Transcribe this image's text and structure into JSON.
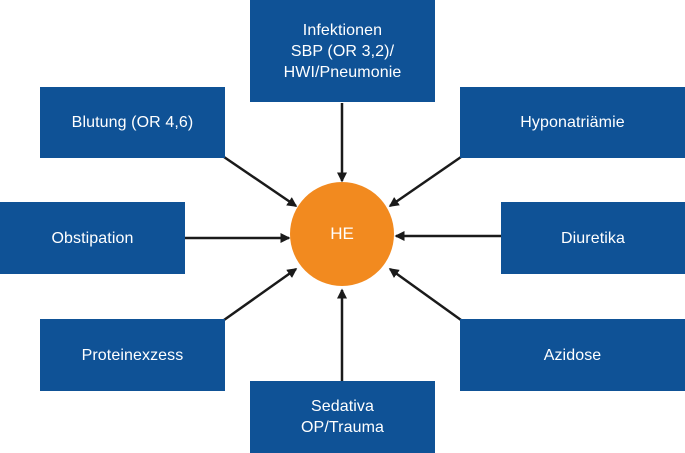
{
  "diagram": {
    "center": {
      "label": "HE"
    },
    "factors": [
      {
        "id": "infektionen",
        "label": "Infektionen\nSBP (OR 3,2)/\nHWI/Pneumonie"
      },
      {
        "id": "blutung",
        "label": "Blutung (OR 4,6)"
      },
      {
        "id": "hyponatriaemie",
        "label": "Hyponatriämie"
      },
      {
        "id": "obstipation",
        "label": "Obstipation"
      },
      {
        "id": "diuretika",
        "label": "Diuretika"
      },
      {
        "id": "proteinexzess",
        "label": "Proteinexzess"
      },
      {
        "id": "azidose",
        "label": "Azidose"
      },
      {
        "id": "sedativa",
        "label": "Sedativa\nOP/Trauma"
      }
    ]
  },
  "colors": {
    "box_fill": "#0f5296",
    "box_text": "#ffffff",
    "center_fill": "#f28a1f",
    "center_text": "#ffffff",
    "arrow": "#1a1a1a"
  }
}
